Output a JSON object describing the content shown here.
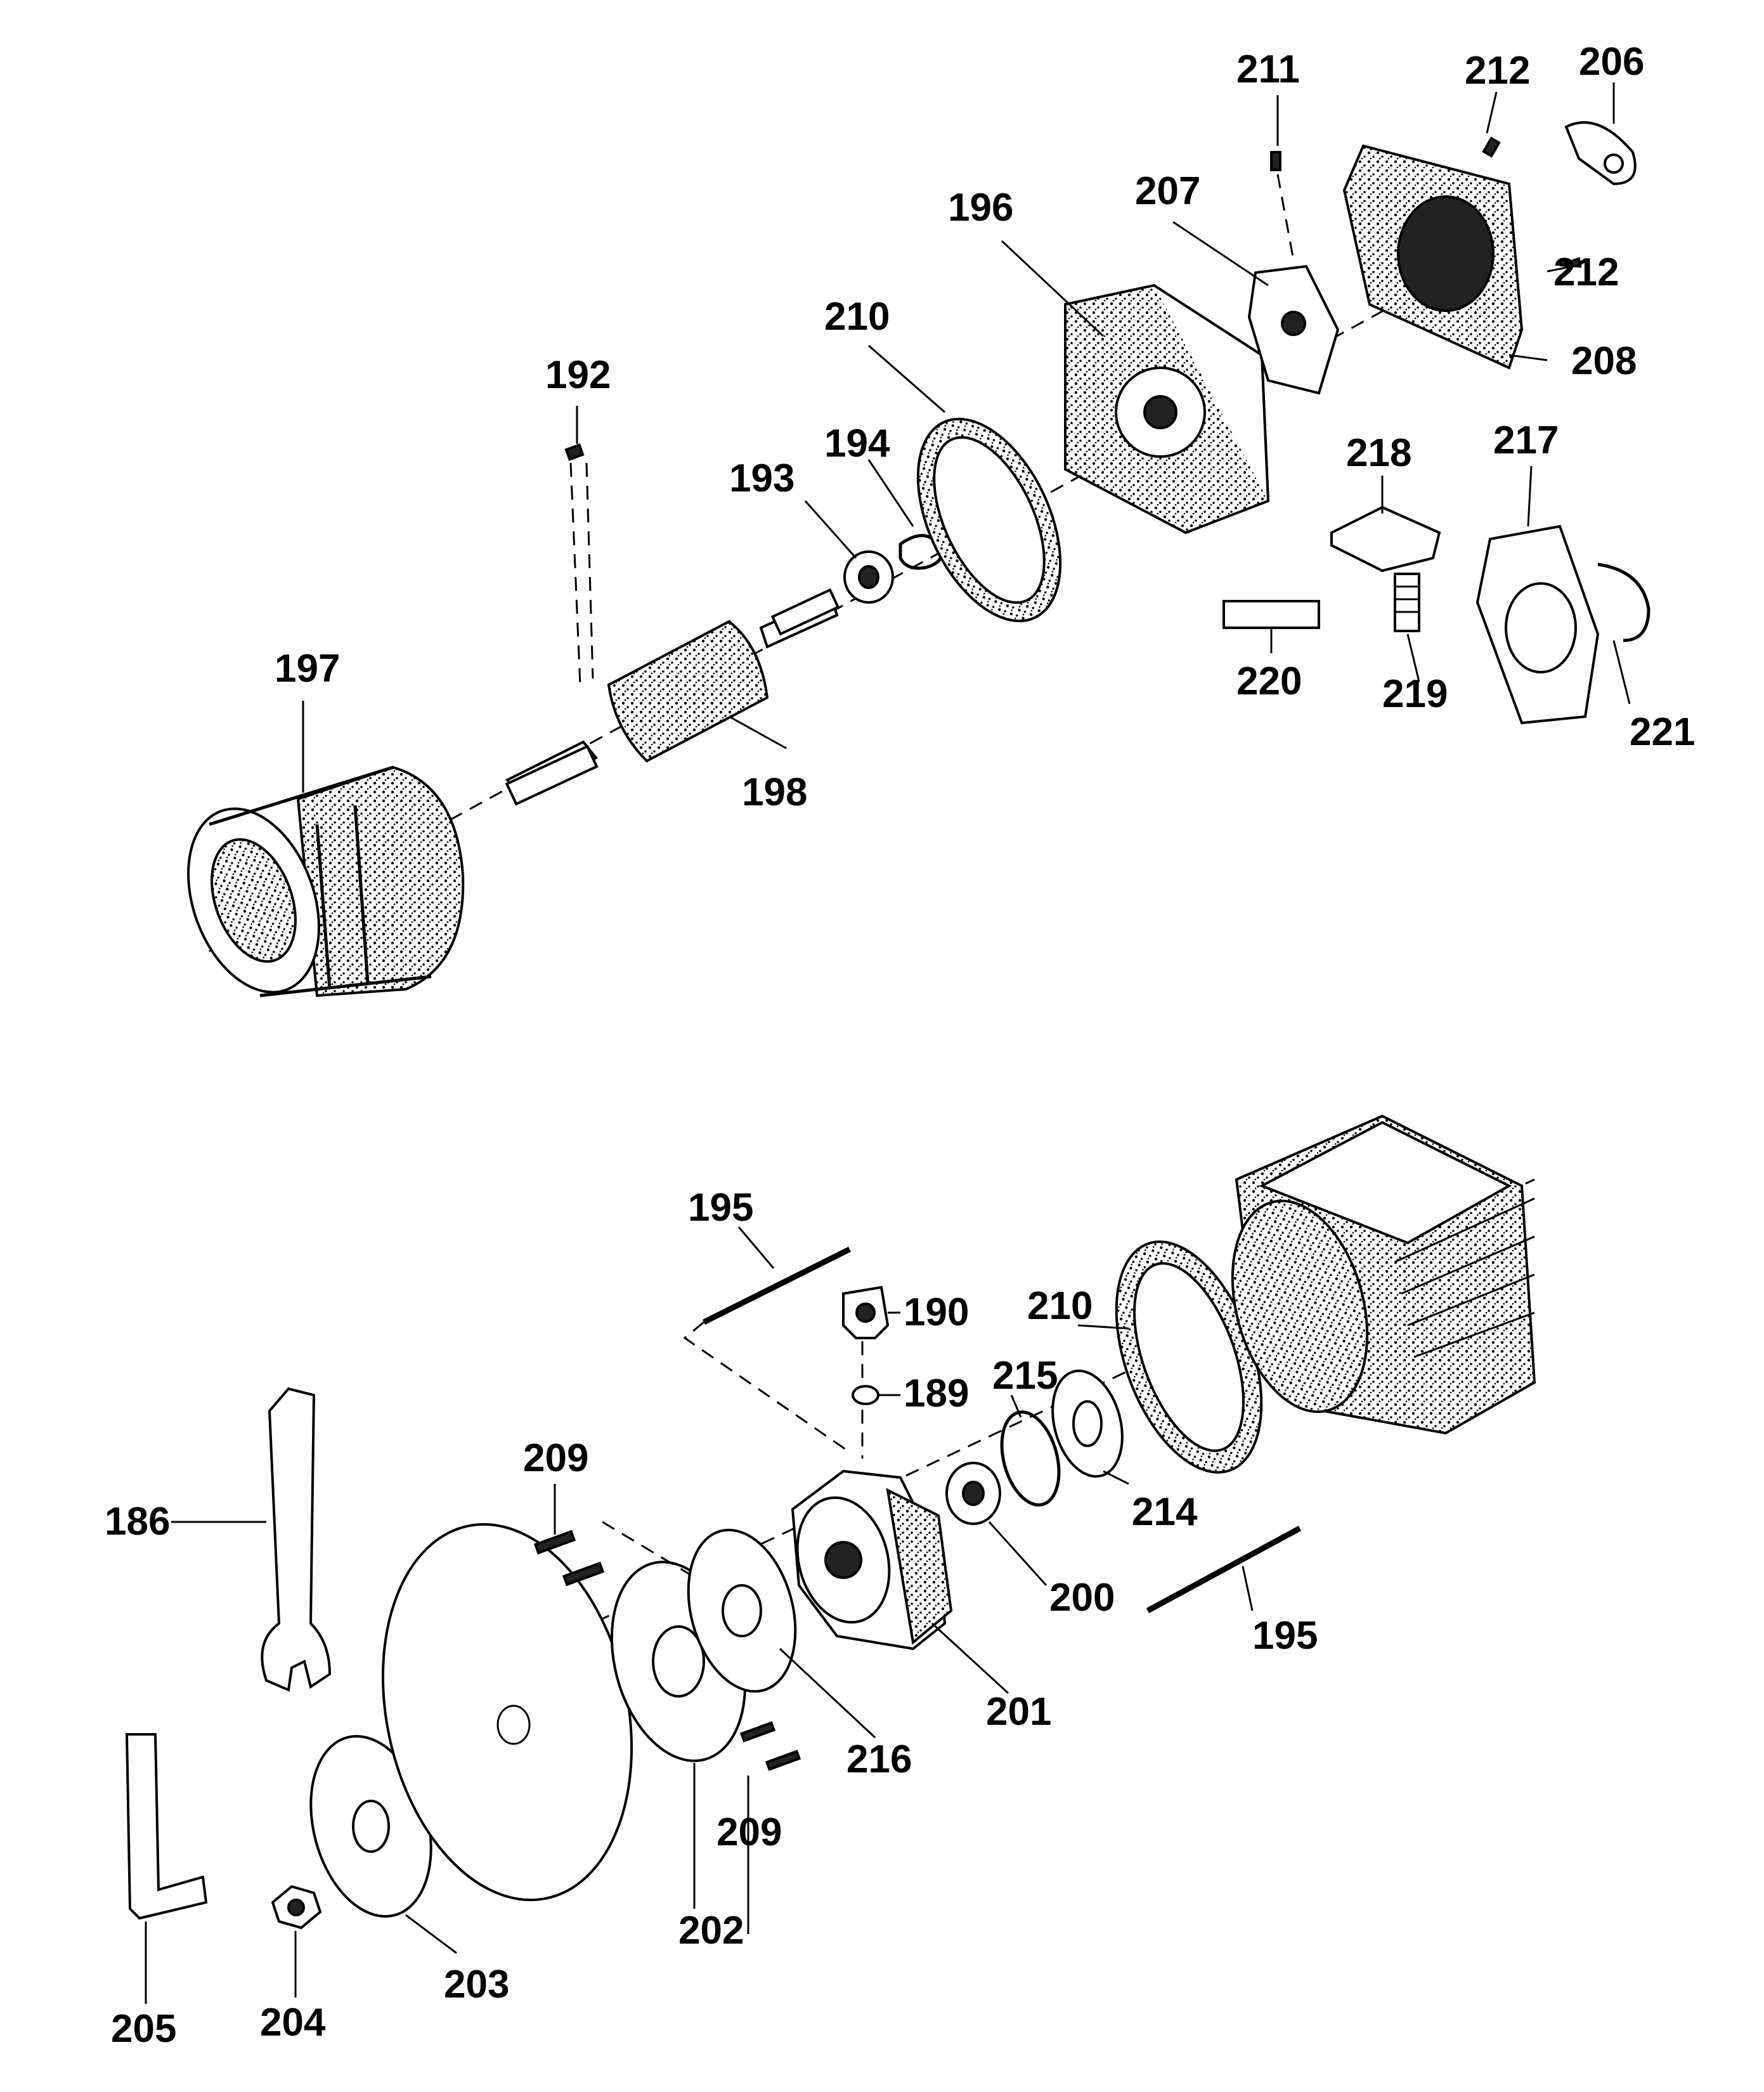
{
  "diagram": {
    "labels": {
      "l186": "186",
      "l189": "189",
      "l190": "190",
      "l192": "192",
      "l193": "193",
      "l194": "194",
      "l195a": "195",
      "l195b": "195",
      "l196": "196",
      "l197": "197",
      "l198": "198",
      "l200": "200",
      "l201": "201",
      "l202": "202",
      "l203": "203",
      "l204": "204",
      "l205": "205",
      "l206": "206",
      "l207": "207",
      "l208": "208",
      "l209a": "209",
      "l209b": "209",
      "l210a": "210",
      "l210b": "210",
      "l211": "211",
      "l212a": "212",
      "l212b": "212",
      "l214": "214",
      "l215": "215",
      "l216": "216",
      "l217": "217",
      "l218": "218",
      "l219": "219",
      "l220": "220",
      "l221": "221"
    }
  }
}
